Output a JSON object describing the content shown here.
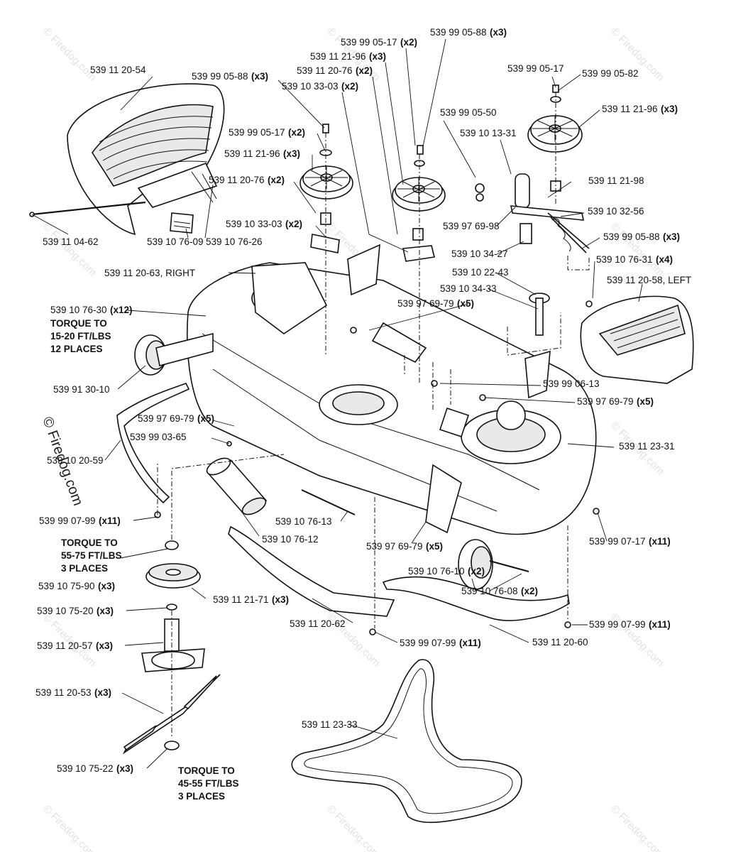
{
  "labels": [
    {
      "text": "539 11 20-54",
      "qty": ""
    },
    {
      "text": "539 99 05-88",
      "qty": "(x3)"
    },
    {
      "text": "539 99 05-17",
      "qty": "(x2)"
    },
    {
      "text": "539 11 21-96",
      "qty": "(x3)"
    },
    {
      "text": "539 11 20-76",
      "qty": "(x2)"
    },
    {
      "text": "539 10 33-03",
      "qty": "(x2)"
    },
    {
      "text": "539 11 04-62",
      "qty": ""
    },
    {
      "text": "539 10 76-09",
      "qty": ""
    },
    {
      "text": "539 10 76-26",
      "qty": ""
    },
    {
      "text": "539 11 20-63, RIGHT",
      "qty": ""
    },
    {
      "text": "539 10 76-30",
      "qty": "(x12)"
    },
    {
      "text": "539 91 30-10",
      "qty": ""
    },
    {
      "text": "539 97 69-79",
      "qty": "(x5)"
    },
    {
      "text": "539 99 03-65",
      "qty": ""
    },
    {
      "text": "539 10 20-59",
      "qty": ""
    },
    {
      "text": "539 99 07-99",
      "qty": "(x11)"
    },
    {
      "text": "539 10 75-90",
      "qty": "(x3)"
    },
    {
      "text": "539 11 21-71",
      "qty": "(x3)"
    },
    {
      "text": "539 10 75-20",
      "qty": "(x3)"
    },
    {
      "text": "539 11 20-57",
      "qty": "(x3)"
    },
    {
      "text": "539 11 20-53",
      "qty": "(x3)"
    },
    {
      "text": "539 10 75-22",
      "qty": "(x3)"
    },
    {
      "text": "539 10 76-12",
      "qty": ""
    },
    {
      "text": "539 10 76-13",
      "qty": ""
    },
    {
      "text": "539 11 20-62",
      "qty": ""
    },
    {
      "text": "539 99 07-99",
      "qty": "(x11)"
    },
    {
      "text": "539 11 23-33",
      "qty": ""
    },
    {
      "text": "539 99 05-17",
      "qty": "(x2)"
    },
    {
      "text": "539 99 05-88",
      "qty": "(x3)"
    },
    {
      "text": "539 11 21-96",
      "qty": "(x3)"
    },
    {
      "text": "539 11 20-76",
      "qty": "(x2)"
    },
    {
      "text": "539 10 33-03",
      "qty": "(x2)"
    },
    {
      "text": "539 99 05-50",
      "qty": ""
    },
    {
      "text": "539 10 13-31",
      "qty": ""
    },
    {
      "text": "539 99 05-17",
      "qty": ""
    },
    {
      "text": "539 99 05-82",
      "qty": ""
    },
    {
      "text": "539 11 21-96",
      "qty": "(x3)"
    },
    {
      "text": "539 11 21-98",
      "qty": ""
    },
    {
      "text": "539 10 32-56",
      "qty": ""
    },
    {
      "text": "539 97 69-98",
      "qty": ""
    },
    {
      "text": "539 99 05-88",
      "qty": "(x3)"
    },
    {
      "text": "539 10 34-27",
      "qty": ""
    },
    {
      "text": "539 10 76-31",
      "qty": "(x4)"
    },
    {
      "text": "539 10 22-43",
      "qty": ""
    },
    {
      "text": "539 11 20-58, LEFT",
      "qty": ""
    },
    {
      "text": "539 10 34-33",
      "qty": ""
    },
    {
      "text": "539 97 69-79",
      "qty": "(x5)"
    },
    {
      "text": "539 99 06-13",
      "qty": ""
    },
    {
      "text": "539 97 69-79",
      "qty": "(x5)"
    },
    {
      "text": "539 11 23-31",
      "qty": ""
    },
    {
      "text": "539 99 07-17",
      "qty": "(x11)"
    },
    {
      "text": "539 97 69-79",
      "qty": "(x5)"
    },
    {
      "text": "539 10 76-10",
      "qty": "(x2)"
    },
    {
      "text": "539 10 76-08",
      "qty": "(x2)"
    },
    {
      "text": "539 99 07-99",
      "qty": "(x11)"
    },
    {
      "text": "539 11 20-60",
      "qty": ""
    }
  ],
  "notes": [
    {
      "lines": [
        "TORQUE TO",
        "15-20 FT/LBS",
        "12 PLACES"
      ]
    },
    {
      "lines": [
        "TORQUE TO",
        "55-75 FT/LBS",
        "3 PLACES"
      ]
    },
    {
      "lines": [
        "TORQUE TO",
        "45-55 FT/LBS",
        "3 PLACES"
      ]
    }
  ],
  "watermark": "© Firedog.com"
}
